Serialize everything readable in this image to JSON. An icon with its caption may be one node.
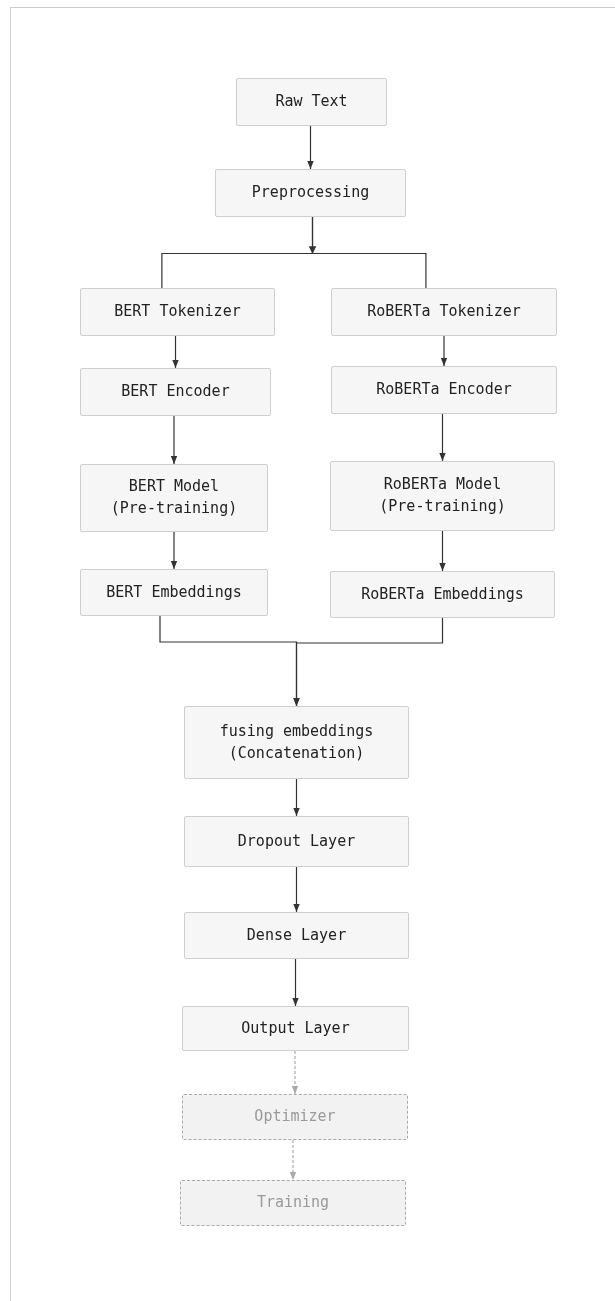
{
  "diagram": {
    "nodes": [
      {
        "text": [
          "Raw Text"
        ]
      },
      {
        "text": [
          "Preprocessing"
        ]
      },
      {
        "text": [
          "BERT Tokenizer"
        ]
      },
      {
        "text": [
          "RoBERTa Tokenizer"
        ]
      },
      {
        "text": [
          "BERT Encoder"
        ]
      },
      {
        "text": [
          "RoBERTa Encoder"
        ]
      },
      {
        "text": [
          "BERT Model (Pre-training)"
        ]
      },
      {
        "text": [
          "RoBERTa Model (Pre-training)"
        ]
      },
      {
        "text": [
          "BERT Embeddings"
        ]
      },
      {
        "text": [
          "RoBERTa Embeddings"
        ]
      },
      {
        "text": [
          "fusing embeddings (Concatenation)"
        ]
      },
      {
        "text": [
          "Dropout Layer"
        ]
      },
      {
        "text": [
          "Dense Layer"
        ]
      },
      {
        "text": [
          "Output Layer"
        ]
      },
      {
        "text": [
          "Optimizer"
        ]
      },
      {
        "text": [
          "Training"
        ]
      }
    ],
    "edges": [
      {
        "from": 0,
        "to": 1,
        "arrow": "to"
      },
      {
        "from": 1,
        "to": 2,
        "arrow": "to"
      },
      {
        "from": 1,
        "to": 3,
        "arrow": "to"
      },
      {
        "from": 2,
        "to": 4,
        "arrow": "to"
      },
      {
        "from": 3,
        "to": 5,
        "arrow": "to"
      },
      {
        "from": 4,
        "to": 6,
        "arrow": "to"
      },
      {
        "from": 5,
        "to": 7,
        "arrow": "to"
      },
      {
        "from": 6,
        "to": 8,
        "arrow": "to"
      },
      {
        "from": 7,
        "to": 9,
        "arrow": "to"
      },
      {
        "from": 8,
        "to": 10,
        "arrow": "to"
      },
      {
        "from": 9,
        "to": 10,
        "arrow": "to"
      },
      {
        "from": 10,
        "to": 11,
        "arrow": "to"
      },
      {
        "from": 11,
        "to": 12,
        "arrow": "to"
      },
      {
        "from": 12,
        "to": 13,
        "arrow": "to"
      },
      {
        "from": 13,
        "to": 14,
        "arrow": "to",
        "style": "dashed",
        "color": "#aaaaaa"
      },
      {
        "from": 14,
        "to": 15,
        "arrow": "to",
        "style": "dashed",
        "color": "#aaaaaa"
      }
    ]
  }
}
